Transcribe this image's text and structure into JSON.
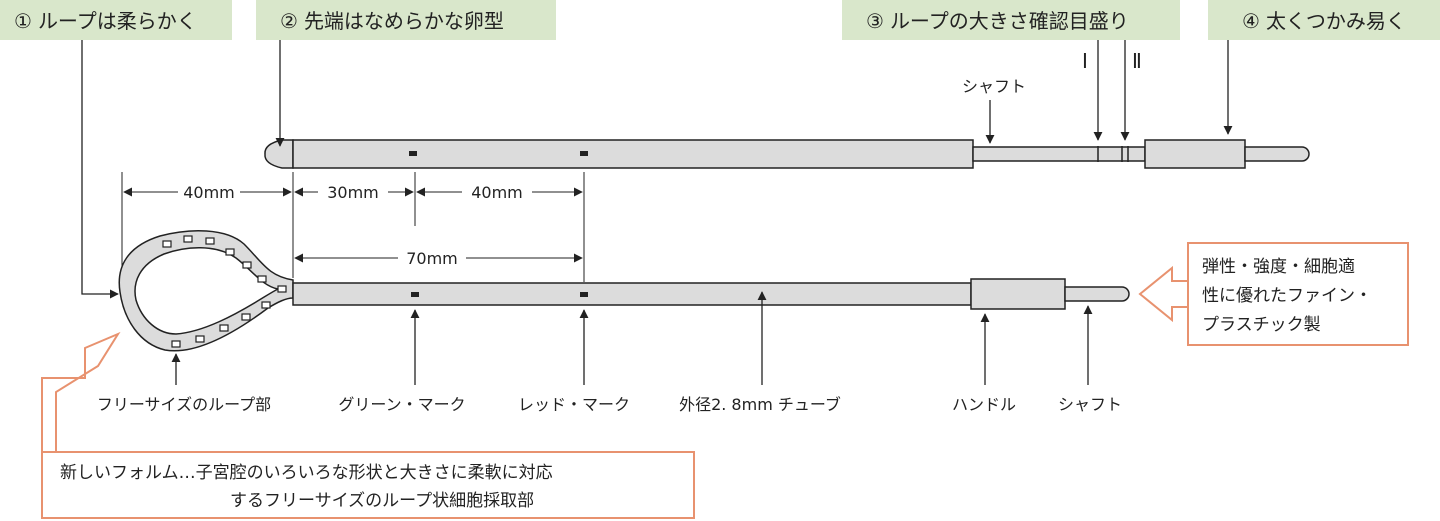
{
  "features": [
    {
      "num": "①",
      "text": "ループは柔らかく"
    },
    {
      "num": "②",
      "text": "先端はなめらかな卵型"
    },
    {
      "num": "③",
      "text": "ループの大きさ確認目盛り"
    },
    {
      "num": "④",
      "text": "太くつかみ易く"
    }
  ],
  "top_device": {
    "shaft_label": "シャフト",
    "marks": [
      "Ⅰ",
      "Ⅱ"
    ]
  },
  "dimensions": {
    "loop_to_tube": "40mm",
    "tube_to_green": "30mm",
    "green_to_red": "40mm",
    "tube_to_red": "70mm"
  },
  "bottom_labels": {
    "loop": "フリーサイズのループ部",
    "green": "グリーン・マーク",
    "red": "レッド・マーク",
    "tube": "外径2. 8mm チューブ",
    "handle": "ハンドル",
    "shaft": "シャフト"
  },
  "material_note": [
    "弾性・強度・細胞適",
    "性に優れたファイン・",
    "プラスチック製"
  ],
  "form_note": [
    "新しいフォルム…子宮腔のいろいろな形状と大きさに柔軟に対応",
    "するフリーサイズのループ状細胞採取部"
  ],
  "colors": {
    "header_bg": "#d9e7cb",
    "tube_fill": "#dcdcdc",
    "stroke": "#222222",
    "accent": "#e8926f"
  }
}
